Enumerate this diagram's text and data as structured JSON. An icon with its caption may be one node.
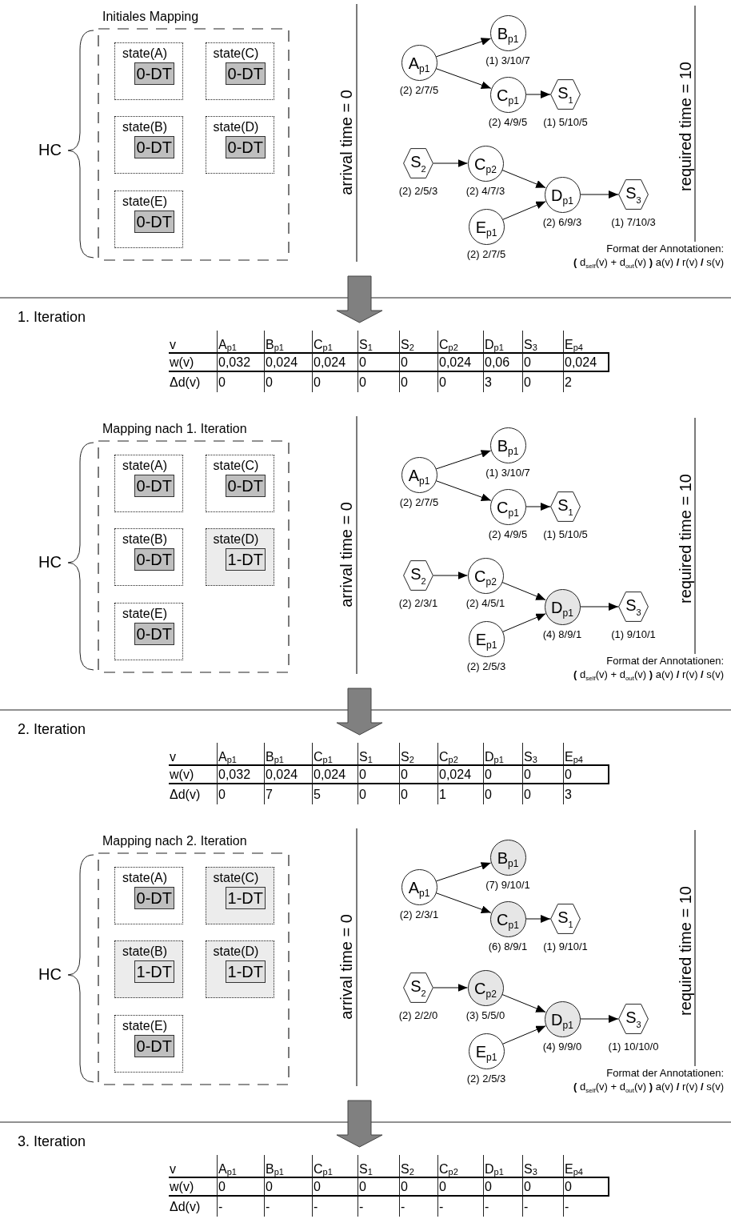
{
  "diagram": {
    "nodes": [
      {
        "text": [
          "Initiales Mapping"
        ]
      },
      {
        "text": [
          "state(A)"
        ],
        "in": 0
      },
      {
        "text": [
          "0-DT"
        ],
        "in": 1
      },
      {
        "text": [
          "state(C)"
        ],
        "in": 0
      },
      {
        "text": [
          "0-DT"
        ],
        "in": 3
      },
      {
        "text": [
          "state(B)"
        ],
        "in": 0
      },
      {
        "text": [
          "0-DT"
        ],
        "in": 5
      },
      {
        "text": [
          "state(D)"
        ],
        "in": 0
      },
      {
        "text": [
          "0-DT"
        ],
        "in": 7
      },
      {
        "text": [
          "state(E)"
        ],
        "in": 0
      },
      {
        "text": [
          "0-DT"
        ],
        "in": 9
      },
      {
        "text": [
          "A$_{p1}$"
        ],
        "beside": [
          "(2) 2/7/5"
        ]
      },
      {
        "text": [
          "B$_{p1}$"
        ],
        "beside": [
          "(1) 3/10/7"
        ]
      },
      {
        "text": [
          "C$_{p1}$"
        ],
        "beside": [
          "(2) 4/9/5"
        ]
      },
      {
        "text": [
          "S$_{1}$"
        ],
        "beside": [
          "(1) 5/10/5"
        ]
      },
      {
        "text": [
          "S$_{2}$"
        ],
        "beside": [
          "(2) 2/5/3"
        ]
      },
      {
        "text": [
          "C$_{p2}$"
        ],
        "beside": [
          "(2) 4/7/3"
        ]
      },
      {
        "text": [
          "D$_{p1}$"
        ],
        "beside": [
          "(2) 6/9/3"
        ]
      },
      {
        "text": [
          "S$_{3}$"
        ],
        "beside": [
          "(1) 7/10/3"
        ]
      },
      {
        "text": [
          "E$_{p1}$"
        ],
        "beside": [
          "(2) 2/7/5"
        ]
      },
      {
        "text": [
          "Mapping nach 1. Iteration"
        ]
      },
      {
        "text": [
          "state(A)"
        ],
        "in": 20
      },
      {
        "text": [
          "0-DT"
        ],
        "in": 21
      },
      {
        "text": [
          "state(C)"
        ],
        "in": 20
      },
      {
        "text": [
          "0-DT"
        ],
        "in": 23
      },
      {
        "text": [
          "state(B)"
        ],
        "in": 20
      },
      {
        "text": [
          "0-DT"
        ],
        "in": 25
      },
      {
        "text": [
          "state(D)"
        ],
        "in": 20
      },
      {
        "text": [
          "1-DT"
        ],
        "in": 27
      },
      {
        "text": [
          "state(E)"
        ],
        "in": 20
      },
      {
        "text": [
          "0-DT"
        ],
        "in": 29
      },
      {
        "text": [
          "A$_{p1}$"
        ],
        "beside": [
          "(2) 2/7/5"
        ]
      },
      {
        "text": [
          "B$_{p1}$"
        ],
        "beside": [
          "(1) 3/10/7"
        ]
      },
      {
        "text": [
          "C$_{p1}$"
        ],
        "beside": [
          "(2) 4/9/5"
        ]
      },
      {
        "text": [
          "S$_{1}$"
        ],
        "beside": [
          "(1) 5/10/5"
        ]
      },
      {
        "text": [
          "S$_{2}$"
        ],
        "beside": [
          "(2) 2/3/1"
        ]
      },
      {
        "text": [
          "C$_{p2}$"
        ],
        "beside": [
          "(2) 4/5/1"
        ]
      },
      {
        "text": [
          "D$_{p1}$"
        ],
        "beside": [
          "(4) 8/9/1"
        ]
      },
      {
        "text": [
          "S$_{3}$"
        ],
        "beside": [
          "(1) 9/10/1"
        ]
      },
      {
        "text": [
          "E$_{p1}$"
        ],
        "beside": [
          "(2) 2/5/3"
        ]
      },
      {
        "text": [
          "Mapping nach 2. Iteration"
        ]
      },
      {
        "text": [
          "state(A)"
        ],
        "in": 40
      },
      {
        "text": [
          "0-DT"
        ],
        "in": 41
      },
      {
        "text": [
          "state(C)"
        ],
        "in": 40
      },
      {
        "text": [
          "1-DT"
        ],
        "in": 43
      },
      {
        "text": [
          "state(B)"
        ],
        "in": 40
      },
      {
        "text": [
          "1-DT"
        ],
        "in": 45
      },
      {
        "text": [
          "state(D)"
        ],
        "in": 40
      },
      {
        "text": [
          "1-DT"
        ],
        "in": 47
      },
      {
        "text": [
          "state(E)"
        ],
        "in": 40
      },
      {
        "text": [
          "0-DT"
        ],
        "in": 49
      },
      {
        "text": [
          "A$_{p1}$"
        ],
        "beside": [
          "(2) 2/3/1"
        ]
      },
      {
        "text": [
          "B$_{p1}$"
        ],
        "beside": [
          "(7) 9/10/1"
        ]
      },
      {
        "text": [
          "C$_{p1}$"
        ],
        "beside": [
          "(6) 8/9/1"
        ]
      },
      {
        "text": [
          "S$_{1}$"
        ],
        "beside": [
          "(1) 9/10/1"
        ]
      },
      {
        "text": [
          "S$_{2}$"
        ],
        "beside": [
          "(2) 2/2/0"
        ]
      },
      {
        "text": [
          "C$_{p2}$"
        ],
        "beside": [
          "(3) 5/5/0"
        ]
      },
      {
        "text": [
          "D$_{p1}$"
        ],
        "beside": [
          "(4) 9/9/0"
        ]
      },
      {
        "text": [
          "S$_{3}$"
        ],
        "beside": [
          "(1) 10/10/0"
        ]
      },
      {
        "text": [
          "E$_{p1}$"
        ],
        "beside": [
          "(2) 2/5/3"
        ]
      }
    ],
    "edges": [
      {
        "from": 11,
        "to": 12,
        "arrow": "to"
      },
      {
        "from": 11,
        "to": 13,
        "arrow": "to"
      },
      {
        "from": 13,
        "to": 14,
        "arrow": "to"
      },
      {
        "from": 15,
        "to": 16,
        "arrow": "to"
      },
      {
        "from": 16,
        "to": 17,
        "arrow": "to"
      },
      {
        "from": 19,
        "to": 17,
        "arrow": "to"
      },
      {
        "from": 17,
        "to": 18,
        "arrow": "to"
      },
      {
        "from": 31,
        "to": 32,
        "arrow": "to"
      },
      {
        "from": 31,
        "to": 33,
        "arrow": "to"
      },
      {
        "from": 33,
        "to": 34,
        "arrow": "to"
      },
      {
        "from": 35,
        "to": 36,
        "arrow": "to"
      },
      {
        "from": 36,
        "to": 37,
        "arrow": "to"
      },
      {
        "from": 39,
        "to": 37,
        "arrow": "to"
      },
      {
        "from": 37,
        "to": 38,
        "arrow": "to"
      },
      {
        "from": 51,
        "to": 52,
        "arrow": "to"
      },
      {
        "from": 51,
        "to": 53,
        "arrow": "to"
      },
      {
        "from": 53,
        "to": 54,
        "arrow": "to"
      },
      {
        "from": 55,
        "to": 56,
        "arrow": "to"
      },
      {
        "from": 56,
        "to": 57,
        "arrow": "to"
      },
      {
        "from": 59,
        "to": 57,
        "arrow": "to"
      },
      {
        "from": 57,
        "to": 58,
        "arrow": "to"
      }
    ],
    "labels": [
      "HC",
      "arrival time = 0",
      "required time = 10",
      "Format der Annotationen:",
      "**(** d$_{self}$(v) + d$_{out}$(v) **)** a(v) **/** r(v) **/** s(v)",
      "1. Iteration",
      "v",
      "A$_{p1}$",
      "B$_{p1}$",
      "C$_{p1}$",
      "S$_{1}$",
      "S$_{2}$",
      "C$_{p2}$",
      "D$_{p1}$",
      "S$_{3}$",
      "E$_{p4}$",
      "w(v)",
      "0,032",
      "0,024",
      "0,024",
      "0",
      "0",
      "0,024",
      "0,06",
      "0",
      "0,024",
      "Δd(v)",
      "0",
      "0",
      "0",
      "0",
      "0",
      "0",
      "3",
      "0",
      "2",
      "HC",
      "arrival time = 0",
      "required time = 10",
      "Format der Annotationen:",
      "**(** d$_{self}$(v) + d$_{out}$(v) **)** a(v) **/** r(v) **/** s(v)",
      "2. Iteration",
      "v",
      "A$_{p1}$",
      "B$_{p1}$",
      "C$_{p1}$",
      "S$_{1}$",
      "S$_{2}$",
      "C$_{p2}$",
      "D$_{p1}$",
      "S$_{3}$",
      "E$_{p4}$",
      "w(v)",
      "0,032",
      "0,024",
      "0,024",
      "0",
      "0",
      "0,024",
      "0",
      "0",
      "0",
      "Δd(v)",
      "0",
      "7",
      "5",
      "0",
      "0",
      "1",
      "0",
      "0",
      "3",
      "HC",
      "arrival time = 0",
      "required time = 10",
      "Format der Annotationen:",
      "**(** d$_{self}$(v) + d$_{out}$(v) **)** a(v) **/** r(v) **/** s(v)",
      "3. Iteration",
      "v",
      "A$_{p1}$",
      "B$_{p1}$",
      "C$_{p1}$",
      "S$_{1}$",
      "S$_{2}$",
      "C$_{p2}$",
      "D$_{p1}$",
      "S$_{3}$",
      "E$_{p4}$",
      "w(v)",
      "0",
      "0",
      "0",
      "0",
      "0",
      "0",
      "0",
      "0",
      "0",
      "Δd(v)",
      "-",
      "-",
      "-",
      "-",
      "-",
      "-",
      "-",
      "-",
      "-"
    ]
  }
}
